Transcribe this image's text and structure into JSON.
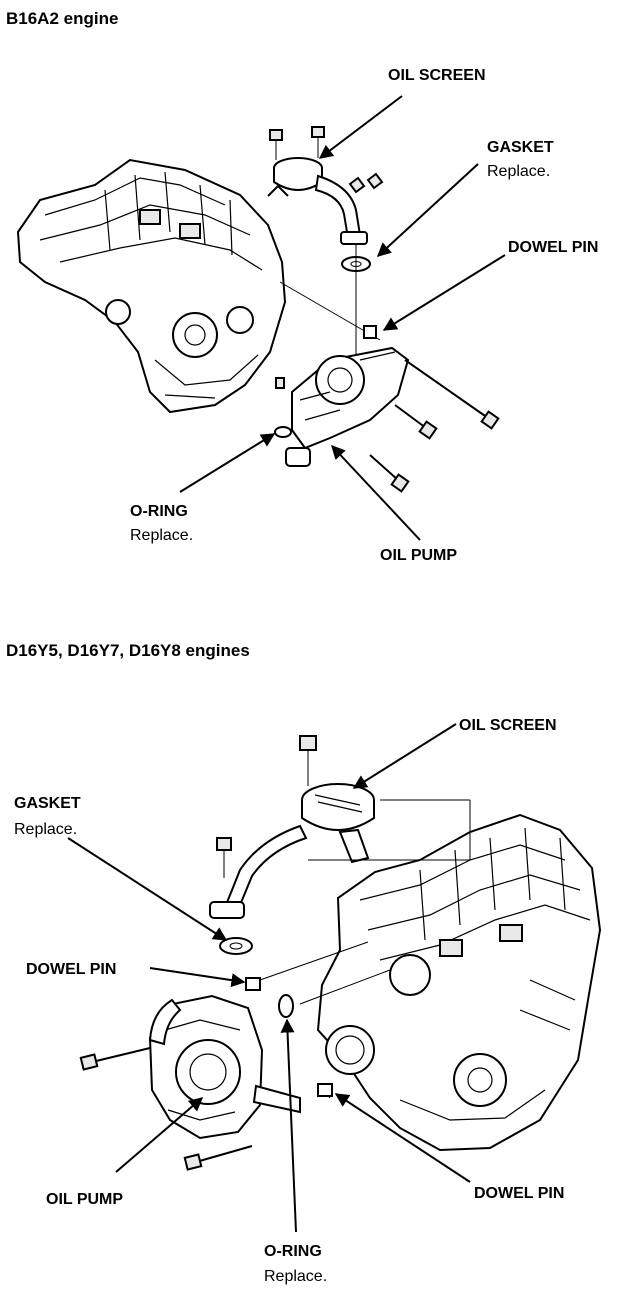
{
  "sections": [
    {
      "title": "B16A2 engine",
      "labels": {
        "oil_screen": "OIL SCREEN",
        "gasket": "GASKET",
        "gasket_note": "Replace.",
        "dowel_pin": "DOWEL PIN",
        "o_ring": "O-RING",
        "o_ring_note": "Replace.",
        "oil_pump": "OIL PUMP"
      }
    },
    {
      "title": "D16Y5, D16Y7, D16Y8 engines",
      "labels": {
        "oil_screen": "OIL SCREEN",
        "gasket": "GASKET",
        "gasket_note": "Replace.",
        "dowel_pin_left": "DOWEL PIN",
        "oil_pump": "OIL PUMP",
        "o_ring": "O-RING",
        "o_ring_note": "Replace.",
        "dowel_pin_right": "DOWEL PIN"
      }
    }
  ]
}
